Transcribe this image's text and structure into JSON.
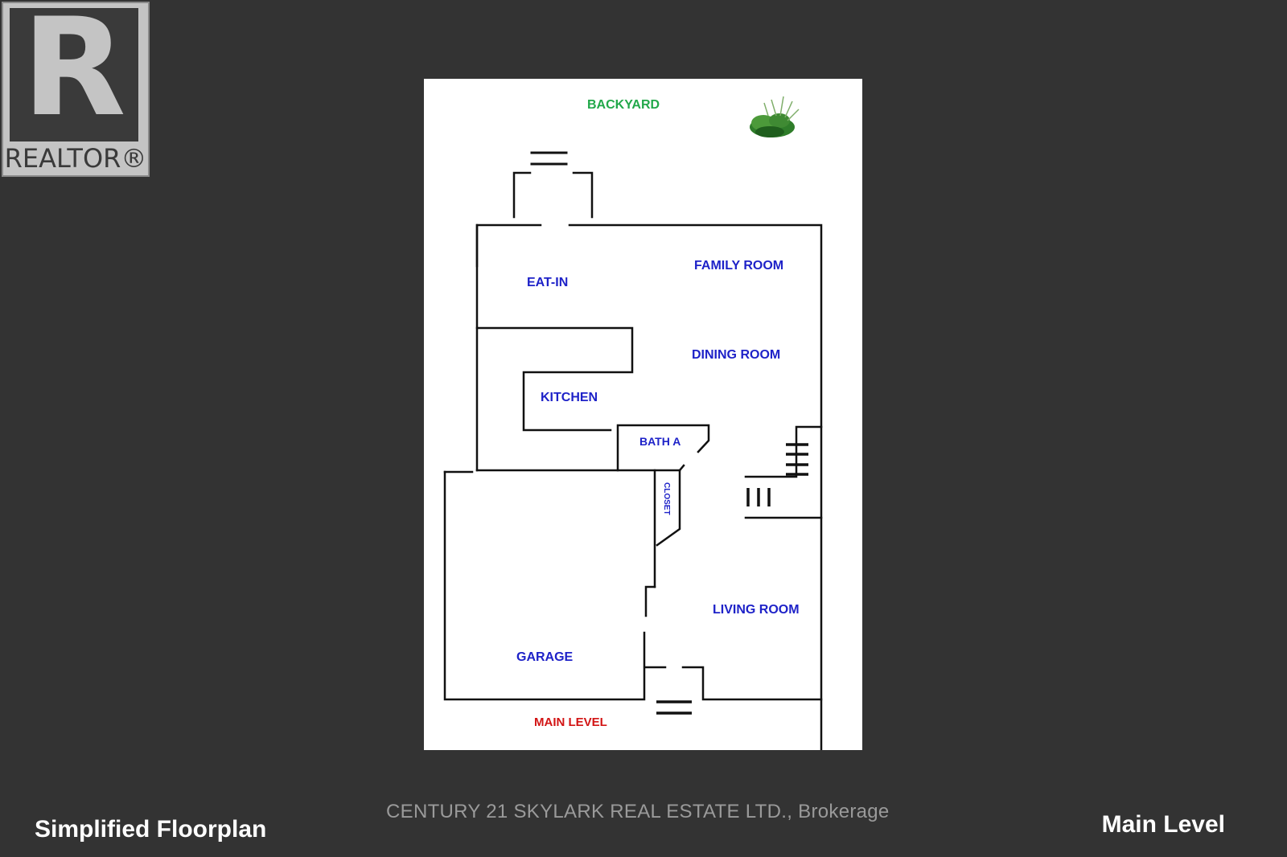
{
  "logo": {
    "symbol": "R",
    "wordmark": "REALTOR®"
  },
  "plan": {
    "backyard_label": "BACKYARD",
    "backyard_color": "#22a84a",
    "room_color": "#1e22c8",
    "level_color": "#d21414",
    "rooms": {
      "eat_in": "EAT-IN",
      "family_room": "FAMILY ROOM",
      "dining_room": "DINING ROOM",
      "kitchen": "KITCHEN",
      "bath": "BATH A",
      "closet": "CLOSET",
      "living_room": "LIVING ROOM",
      "garage": "GARAGE"
    },
    "level_label": "MAIN LEVEL",
    "plant_icon": "shrub-icon"
  },
  "footer": {
    "left_text": "Simplified Floorplan",
    "center_text": "CENTURY 21 SKYLARK REAL ESTATE LTD., Brokerage",
    "right_text": "Main Level"
  }
}
